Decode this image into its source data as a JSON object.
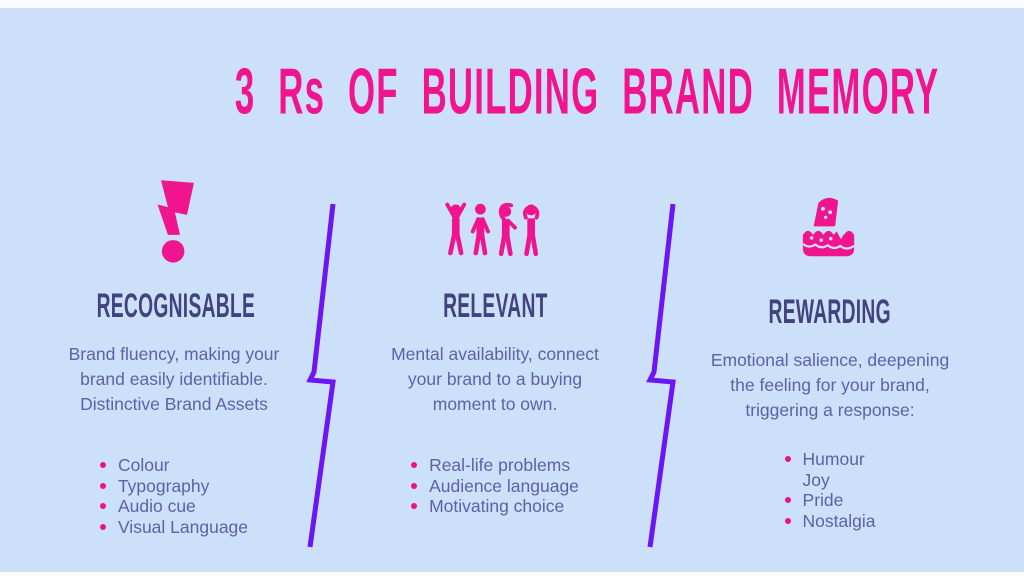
{
  "page": {
    "background_color": "#cce0fa",
    "accent_pink": "#f0148e",
    "heading_color": "#42427c",
    "body_text_color": "#6060a8",
    "divider_color": "#6d15f3"
  },
  "title": "3 Rs OF BUILDING BRAND MEMORY",
  "columns": [
    {
      "icon": "exclamation-bolt-icon",
      "heading": "RECOGNISABLE",
      "body_lines": [
        "Brand fluency, making your",
        "brand easily identifiable.",
        "Distinctive Brand Assets"
      ],
      "bullets": [
        "Colour",
        "Typography",
        "Audio cue",
        "Visual Language"
      ]
    },
    {
      "icon": "people-celebrating-icon",
      "heading": "RELEVANT",
      "body_lines": [
        "Mental availability, connect",
        "your brand to a buying",
        "moment to own."
      ],
      "bullets": [
        "Real-life problems",
        "Audience language",
        "Motivating choice"
      ]
    },
    {
      "icon": "cake-icon",
      "heading": "REWARDING",
      "body_lines": [
        "Emotional salience, deepening",
        "the feeling for your brand,",
        "triggering a response:"
      ],
      "bullets": [
        "Humour",
        "Joy",
        "Pride",
        "Nostalgia"
      ]
    }
  ]
}
